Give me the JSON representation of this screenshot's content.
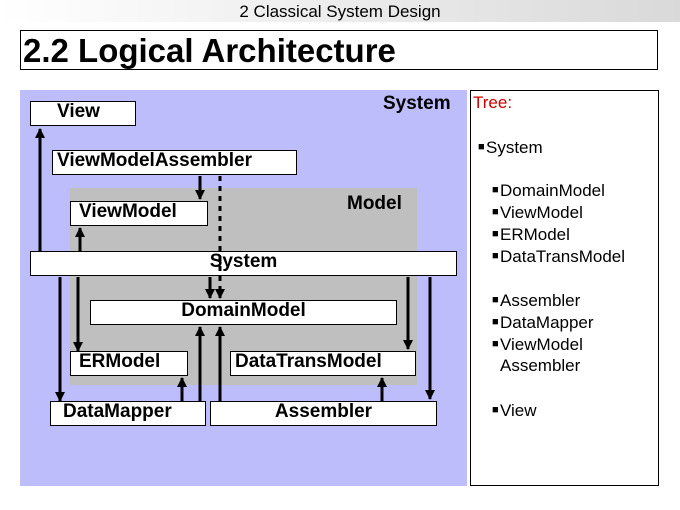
{
  "header": {
    "title": "2 Classical System Design"
  },
  "slide": {
    "title": "2.2 Logical Architecture"
  },
  "diagram": {
    "system_area_label": "System",
    "model_area_label": "Model",
    "boxes": {
      "view": "View",
      "viewmodel_assembler": "ViewModelAssembler",
      "viewmodel": "ViewModel",
      "system_bar": "System",
      "domainmodel": "DomainModel",
      "ermodel": "ERModel",
      "datatransmodel": "DataTransModel",
      "datamapper": "DataMapper",
      "assembler": "Assembler"
    },
    "colors": {
      "system_area": "#bdbdfc",
      "model_area": "#bfbfbf",
      "tree_title": "#cc0000"
    }
  },
  "tree": {
    "title": "Tree:",
    "items": [
      "System",
      "DomainModel",
      "ViewModel",
      "ERModel",
      "DataTransModel",
      "Assembler",
      "DataMapper",
      "ViewModel",
      "Assembler",
      "View"
    ]
  }
}
